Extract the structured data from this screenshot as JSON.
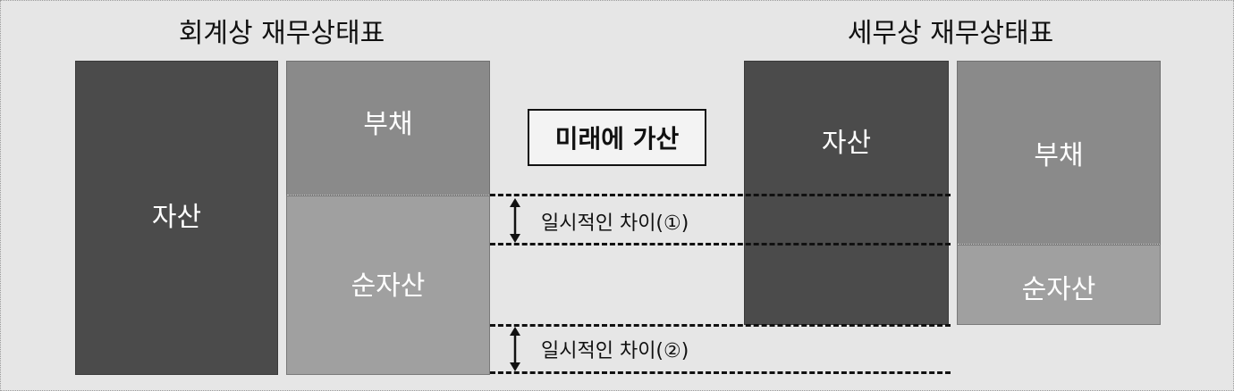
{
  "left_title": "회계상 재무상태표",
  "right_title": "세무상 재무상태표",
  "accounting": {
    "assets": "자산",
    "liabilities": "부채",
    "net_assets": "순자산"
  },
  "tax": {
    "assets": "자산",
    "liabilities": "부채",
    "net_assets": "순자산"
  },
  "future_add_label": "미래에 가산",
  "difference_1": "일시적인 차이(①)",
  "difference_2": "일시적인 차이(②)"
}
